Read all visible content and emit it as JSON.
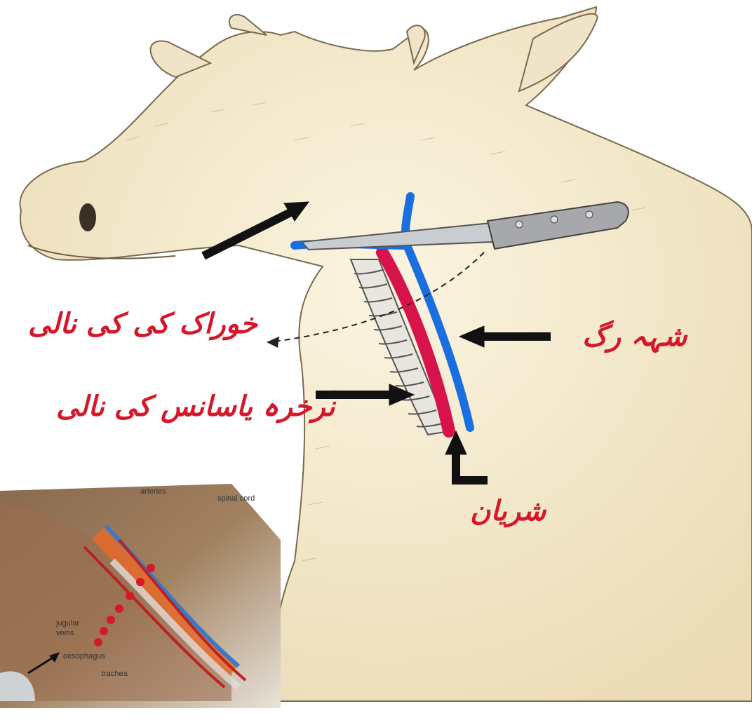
{
  "title": "",
  "labels": {
    "oesophagus_ur": "خوراک کی کی نالی",
    "trachea_ur": "نرخرہ یاسانس کی نالی",
    "jugular_ur": "شہہ رگ",
    "artery_ur": "شریان"
  },
  "inset_labels": {
    "arteries": "arteries",
    "spinal_cord": "spinal cord",
    "jugular_veins_1": "jugular",
    "jugular_veins_2": "veins",
    "oesophagus": "oesophagus",
    "trachea": "trachea"
  },
  "colors": {
    "title": "#2f6b1f",
    "label_red": "#d4182a",
    "vein_blue": "#1a6fe0",
    "artery_red": "#d8124a",
    "skin": "#f3e9cf",
    "arrow": "#111111"
  }
}
